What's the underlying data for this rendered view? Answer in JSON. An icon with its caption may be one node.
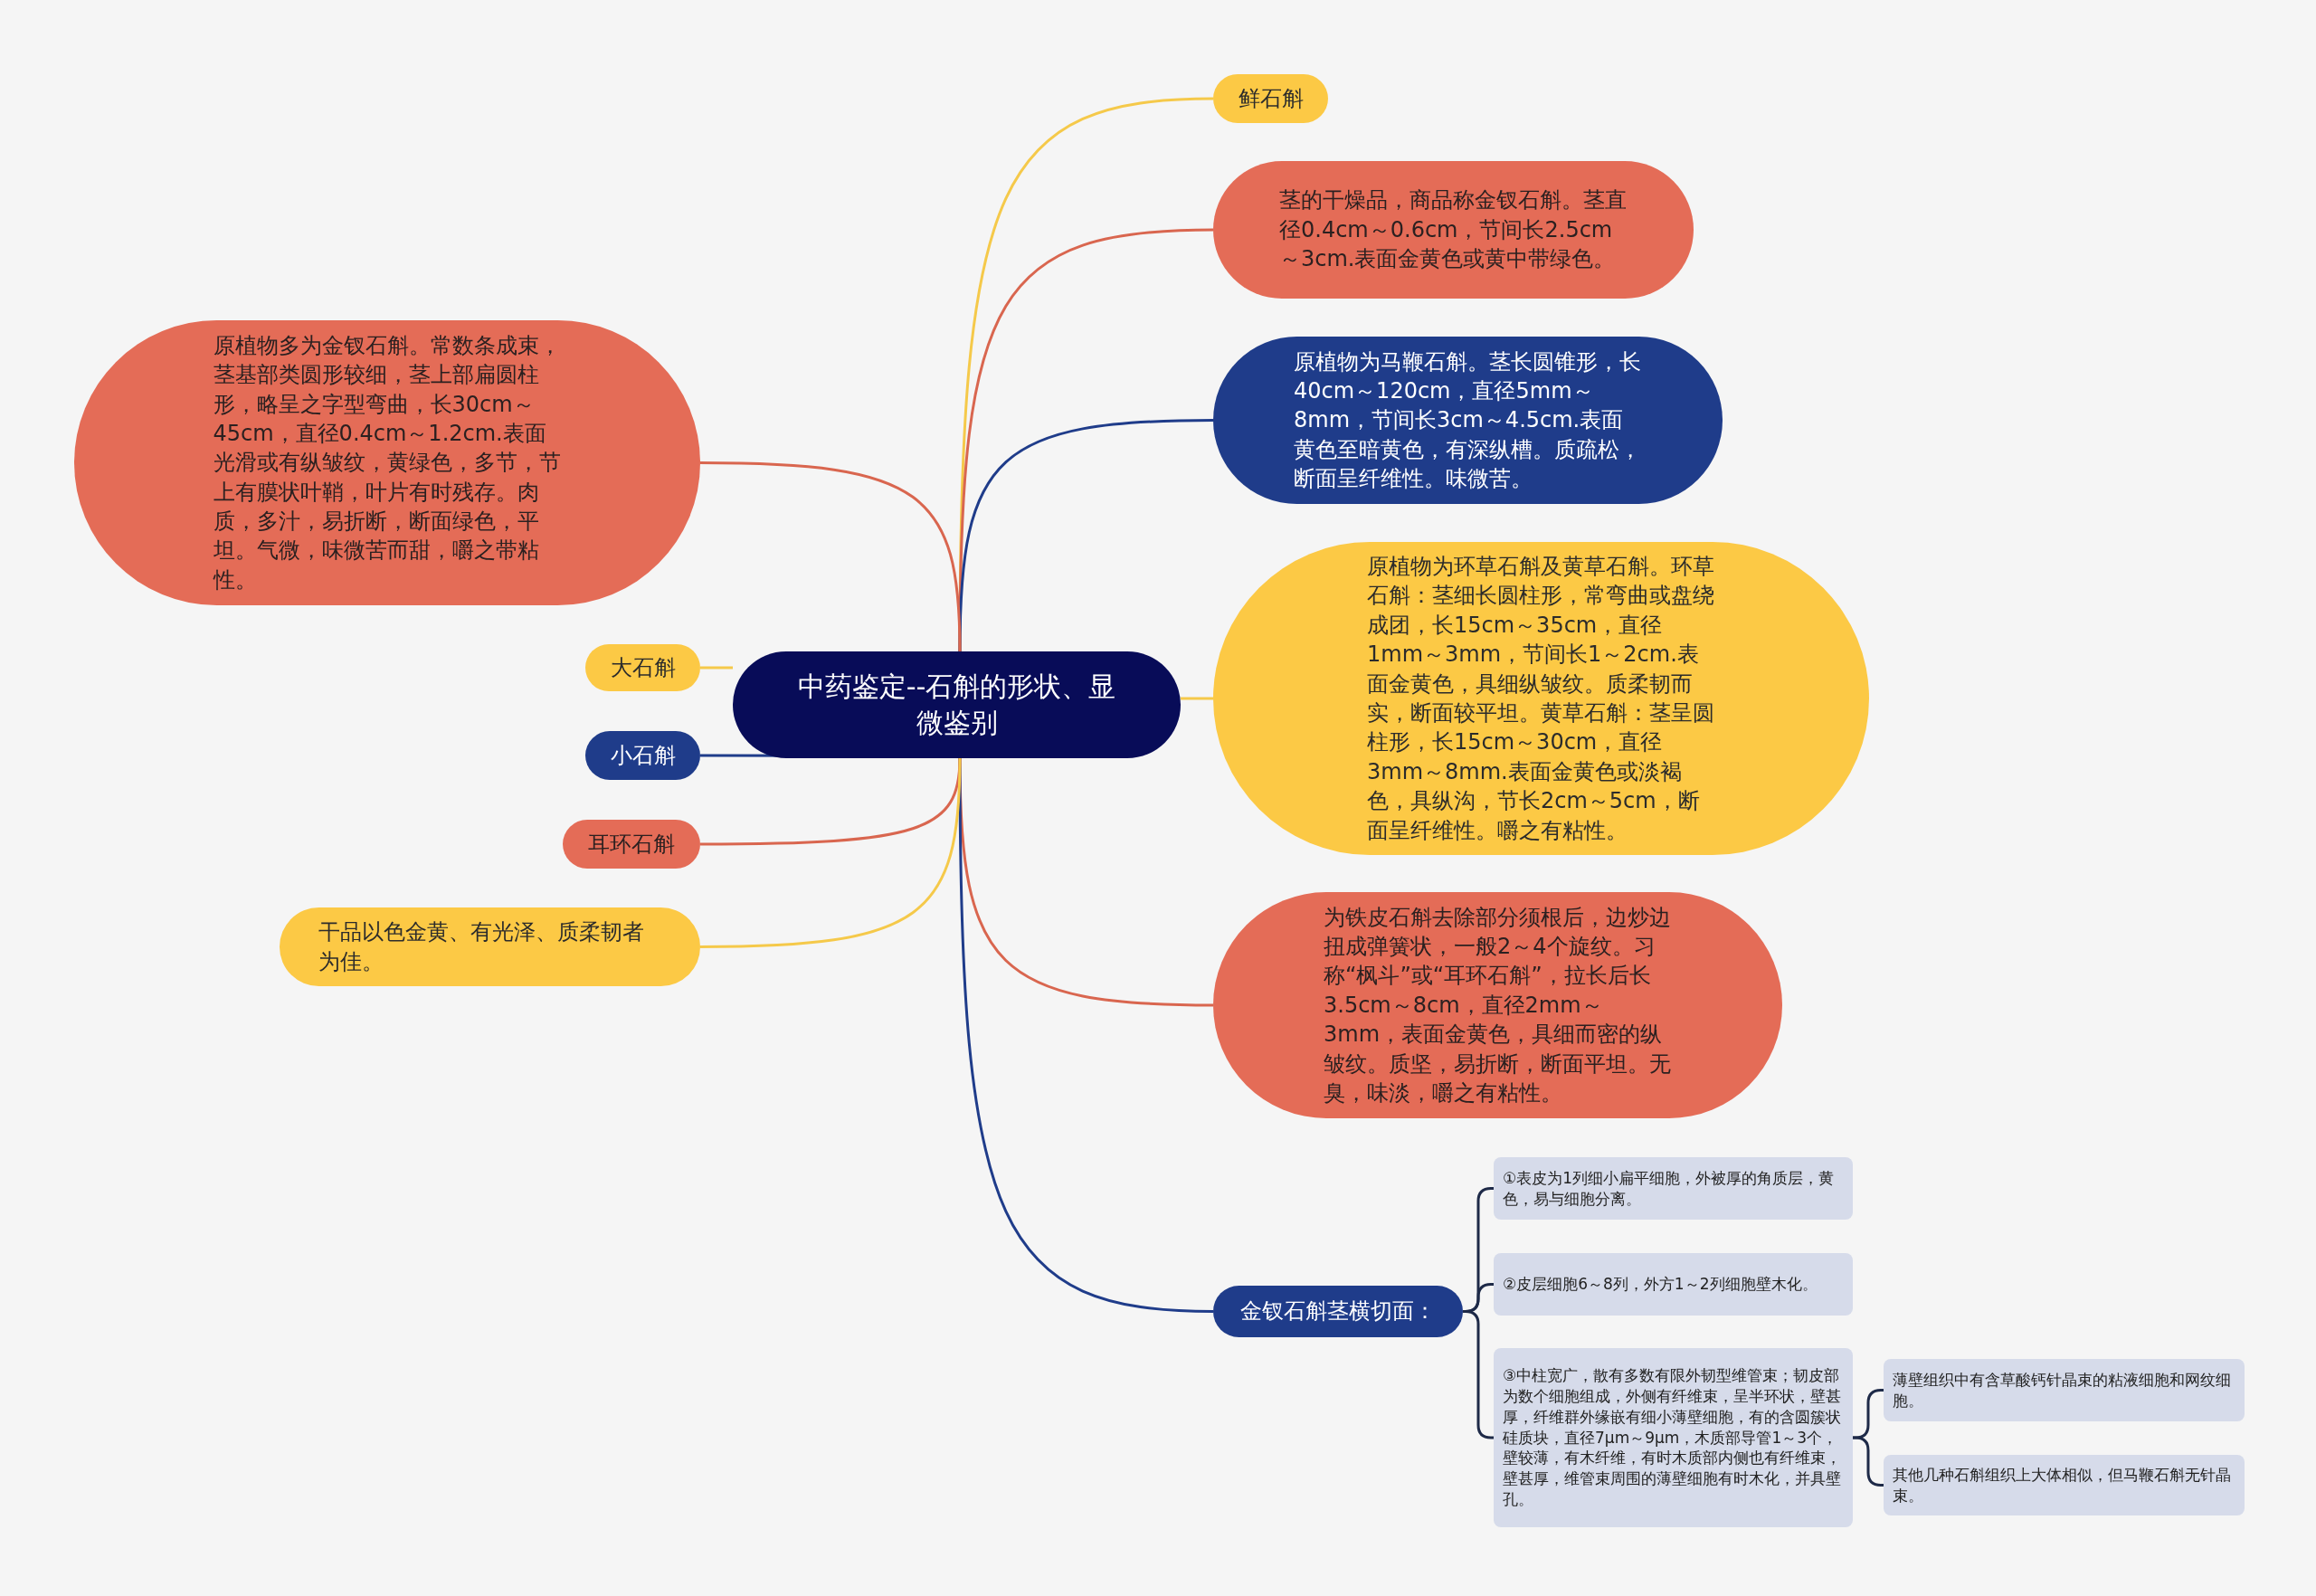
{
  "diagram": {
    "nodes": [
      {
        "text": [
          "中药鉴定--石斛的形状、显微鉴别"
        ]
      },
      {
        "text": [
          "鲜石斛"
        ]
      },
      {
        "text": [
          "茎的干燥品，商品称金钗石斛。茎直径0.4cm～0.6cm，节间长2.5cm～3cm.表面金黄色或黄中带绿色。"
        ]
      },
      {
        "text": [
          "原植物为马鞭石斛。茎长圆锥形，长40cm～120cm，直径5mm～8mm，节间长3cm～4.5cm.表面黄色至暗黄色，有深纵槽。质疏松，断面呈纤维性。味微苦。"
        ]
      },
      {
        "text": [
          "原植物为环草石斛及黄草石斛。环草石斛：茎细长圆柱形，常弯曲或盘绕成团，长15cm～35cm，直径1mm～3mm，节间长1～2cm.表面金黄色，具细纵皱纹。质柔韧而实，断面较平坦。黄草石斛：茎呈圆柱形，长15cm～30cm，直径3mm～8mm.表面金黄色或淡褐色，具纵沟，节长2cm～5cm，断面呈纤维性。嚼之有粘性。"
        ]
      },
      {
        "text": [
          "为铁皮石斛去除部分须根后，边炒边扭成弹簧状，一般2～4个旋纹。习称“枫斗”或“耳环石斛”，拉长后长3.5cm～8cm，直径2mm～3mm，表面金黄色，具细而密的纵皱纹。质坚，易折断，断面平坦。无臭，味淡，嚼之有粘性。"
        ]
      },
      {
        "text": [
          "金钗石斛茎横切面："
        ]
      },
      {
        "text": [
          "①表皮为1列细小扁平细胞，外被厚的角质层，黄色，易与细胞分离。"
        ]
      },
      {
        "text": [
          "②皮层细胞6～8列，外方1～2列细胞壁木化。"
        ]
      },
      {
        "text": [
          "③中柱宽广，散有多数有限外韧型维管束；韧皮部为数个细胞组成，外侧有纤维束，呈半环状，壁甚厚，纤维群外缘嵌有细小薄壁细胞，有的含圆簇状硅质块，直径7μm～9μm，木质部导管1～3个，壁较薄，有木纤维，有时木质部内侧也有纤维束，壁甚厚，维管束周围的薄壁细胞有时木化，并具壁孔。"
        ]
      },
      {
        "text": [
          "薄壁组织中有含草酸钙针晶束的粘液细胞和网纹细胞。"
        ]
      },
      {
        "text": [
          "其他几种石斛组织上大体相似，但马鞭石斛无针晶束。"
        ]
      },
      {
        "text": [
          "原植物多为金钗石斛。常数条成束，茎基部类圆形较细，茎上部扁圆柱形，略呈之字型弯曲，长30cm～45cm，直径0.4cm～1.2cm.表面光滑或有纵皱纹，黄绿色，多节，节上有膜状叶鞘，叶片有时残存。肉质，多汁，易折断，断面绿色，平坦。气微，味微苦而甜，嚼之带粘性。"
        ]
      },
      {
        "text": [
          "大石斛"
        ]
      },
      {
        "text": [
          "小石斛"
        ]
      },
      {
        "text": [
          "耳环石斛"
        ]
      },
      {
        "text": [
          "干品以色金黄、有光泽、质柔韧者为佳。"
        ]
      }
    ],
    "edges": [
      {
        "from": 0,
        "to": 1,
        "arrow": "none",
        "color": "#f5c94a"
      },
      {
        "from": 0,
        "to": 2,
        "arrow": "none",
        "color": "#d9664f"
      },
      {
        "from": 0,
        "to": 3,
        "arrow": "none",
        "color": "#1f3c8a"
      },
      {
        "from": 0,
        "to": 4,
        "arrow": "none",
        "color": "#f5c94a"
      },
      {
        "from": 0,
        "to": 5,
        "arrow": "none",
        "color": "#d9664f"
      },
      {
        "from": 0,
        "to": 6,
        "arrow": "none",
        "color": "#1f3c8a"
      },
      {
        "from": 6,
        "to": 7,
        "arrow": "none",
        "color": "#1e2a48"
      },
      {
        "from": 6,
        "to": 8,
        "arrow": "none",
        "color": "#1e2a48"
      },
      {
        "from": 6,
        "to": 9,
        "arrow": "none",
        "color": "#1e2a48"
      },
      {
        "from": 9,
        "to": 10,
        "arrow": "none",
        "color": "#1e2a48"
      },
      {
        "from": 9,
        "to": 11,
        "arrow": "none",
        "color": "#1e2a48"
      },
      {
        "from": 0,
        "to": 12,
        "arrow": "none",
        "color": "#d9664f"
      },
      {
        "from": 0,
        "to": 13,
        "arrow": "none",
        "color": "#f5c94a"
      },
      {
        "from": 0,
        "to": 14,
        "arrow": "none",
        "color": "#1f3c8a"
      },
      {
        "from": 0,
        "to": 15,
        "arrow": "none",
        "color": "#d9664f"
      },
      {
        "from": 0,
        "to": 16,
        "arrow": "none",
        "color": "#f5c94a"
      }
    ]
  }
}
